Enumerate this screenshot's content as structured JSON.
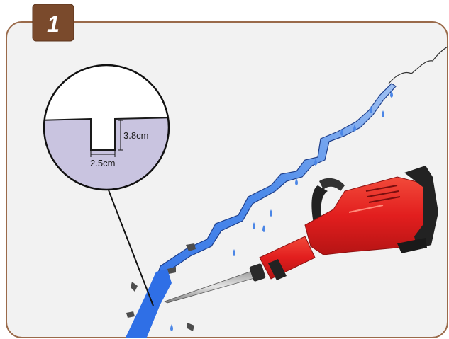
{
  "step": {
    "number": "1"
  },
  "detail": {
    "depth_label": "3.8cm",
    "width_label": "2.5cm"
  },
  "colors": {
    "badge_fill": "#7a4a2c",
    "panel_border": "#9a6a4a",
    "panel_fill": "#f2f2f2",
    "water_blue": "#3a7ee8",
    "drop_blue": "#4b86e6",
    "wall_lavender": "#c9c4e0",
    "tool_red": "#e21e1e",
    "tool_dark": "#222222",
    "debris": "#4d4d4d"
  },
  "icons": {
    "tool": "demolition-hammer-icon",
    "drop": "water-drop-icon",
    "debris": "concrete-chip-icon"
  }
}
